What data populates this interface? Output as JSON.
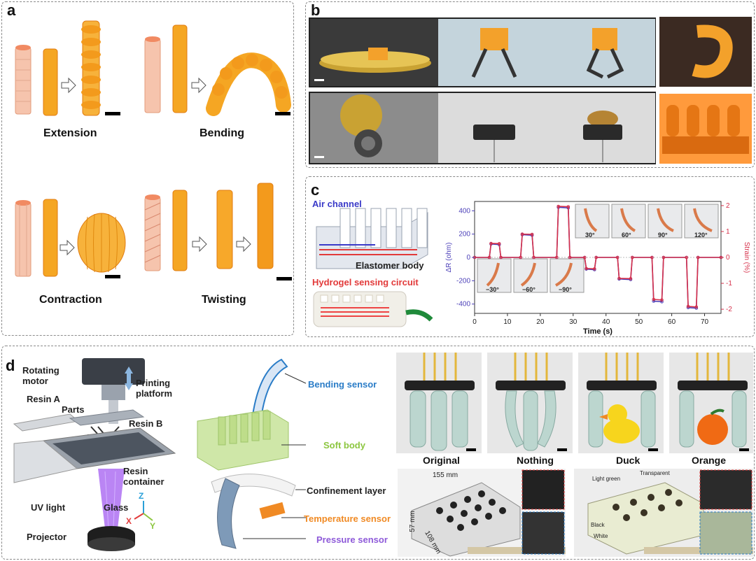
{
  "panels": {
    "a": {
      "label": "a",
      "captions": {
        "extension": "Extension",
        "bending": "Bending",
        "contraction": "Contraction",
        "twisting": "Twisting"
      }
    },
    "b": {
      "label": "b"
    },
    "c": {
      "label": "c",
      "air_channel": "Air channel",
      "elastomer_body": "Elastomer body",
      "hydrogel_circuit": "Hydrogel sensing circuit"
    },
    "d": {
      "label": "d",
      "printer_labels": {
        "rotating_motor": "Rotating motor",
        "printing_platform": "Printing platform",
        "resin_a": "Resin A",
        "parts": "Parts",
        "resin_b": "Resin B",
        "resin_container": "Resin container",
        "uv_light": "UV light",
        "glass": "Glass",
        "projector": "Projector",
        "axis_z": "Z",
        "axis_x": "X",
        "axis_y": "Y"
      },
      "sensor_labels": {
        "bending": "Bending sensor",
        "soft_body": "Soft body",
        "confinement": "Confinement layer",
        "temperature": "Temperature sensor",
        "pressure": "Pressure sensor"
      },
      "gripper_captions": [
        "Original",
        "Nothing",
        "Duck",
        "Orange"
      ],
      "lattice_dims": {
        "width": "155 mm",
        "height": "57 mm",
        "depth": "108 mm"
      },
      "lattice_labels": {
        "light_green": "Light green",
        "transparent": "Transparent",
        "black": "Black",
        "white": "White"
      }
    }
  },
  "chart_data": {
    "type": "line",
    "xlabel": "Time (s)",
    "ylabel": "ΔR (ohm)",
    "ylabel_right": "Strain (%)",
    "xlim": [
      0,
      75
    ],
    "ylim": [
      -480,
      480
    ],
    "ylim_right": [
      -2.16,
      2.16
    ],
    "xticks": [
      0,
      10,
      20,
      30,
      40,
      50,
      60,
      70
    ],
    "yticks": [
      -400,
      -200,
      0,
      200,
      400
    ],
    "yticks_right": [
      -2,
      -1,
      0,
      1,
      2
    ],
    "angle_labels_top": [
      "30°",
      "60°",
      "90°",
      "120°"
    ],
    "angle_labels_bottom": [
      "−30°",
      "−60°",
      "−90°"
    ],
    "series": [
      {
        "color": "#4b3fb8",
        "x": [
          0,
          4.5,
          5,
          7.5,
          8,
          14,
          14.5,
          17.5,
          18,
          25,
          25.5,
          28.5,
          29,
          33.5,
          34,
          36.5,
          37,
          43.5,
          44,
          47.5,
          48,
          54,
          54.5,
          57,
          57.5,
          64.5,
          65,
          67.5,
          68,
          75
        ],
        "y": [
          0,
          0,
          115,
          110,
          0,
          0,
          195,
          190,
          0,
          0,
          430,
          425,
          0,
          0,
          -100,
          -105,
          0,
          0,
          -185,
          -190,
          0,
          0,
          -375,
          -380,
          0,
          0,
          -430,
          -435,
          0,
          0
        ]
      },
      {
        "color": "#d6304a",
        "x": [
          0,
          4.5,
          5,
          7.5,
          8,
          14,
          14.5,
          17.5,
          18,
          25,
          25.5,
          28.5,
          29,
          33.5,
          34,
          36.5,
          37,
          43.5,
          44,
          47.5,
          48,
          54,
          54.5,
          57,
          57.5,
          64.5,
          65,
          67.5,
          68,
          75
        ],
        "y": [
          0,
          0,
          120,
          118,
          0,
          0,
          200,
          198,
          0,
          0,
          438,
          435,
          0,
          0,
          -95,
          -98,
          0,
          0,
          -180,
          -182,
          0,
          0,
          -360,
          -365,
          0,
          0,
          -420,
          -425,
          0,
          0
        ]
      }
    ]
  },
  "colors": {
    "orange": "#f5a623",
    "orange_dark": "#e07b10",
    "peach": "#f3b49a",
    "bending_blue": "#2a7cc7",
    "soft_green": "#8cc63f",
    "temp_orange": "#f08a24",
    "pressure_purple": "#8e5ad9",
    "air_blue": "#3a3ac8",
    "hydrogel_red": "#e23a3a"
  }
}
